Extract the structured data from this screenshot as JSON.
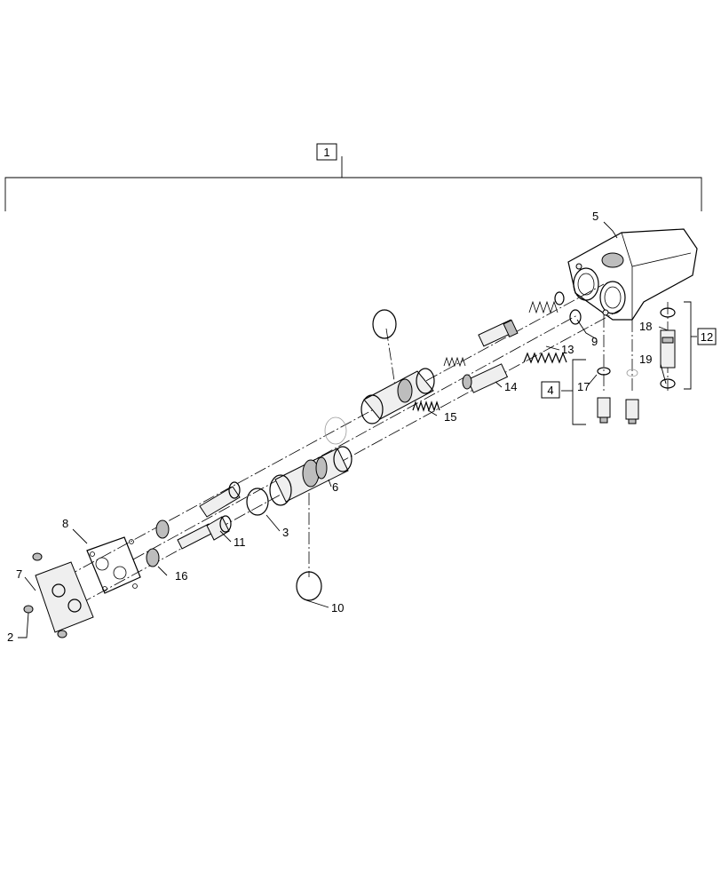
{
  "callouts": {
    "c1": "1",
    "c2": "2",
    "c3": "3",
    "c4": "4",
    "c5": "5",
    "c6": "6",
    "c7": "7",
    "c8": "8",
    "c9": "9",
    "c10": "10",
    "c11": "11",
    "c12": "12",
    "c13": "13",
    "c14": "14",
    "c15": "15",
    "c16": "16",
    "c17": "17",
    "c18": "18",
    "c19": "19"
  },
  "boxed_callouts": [
    "1",
    "4",
    "12"
  ]
}
